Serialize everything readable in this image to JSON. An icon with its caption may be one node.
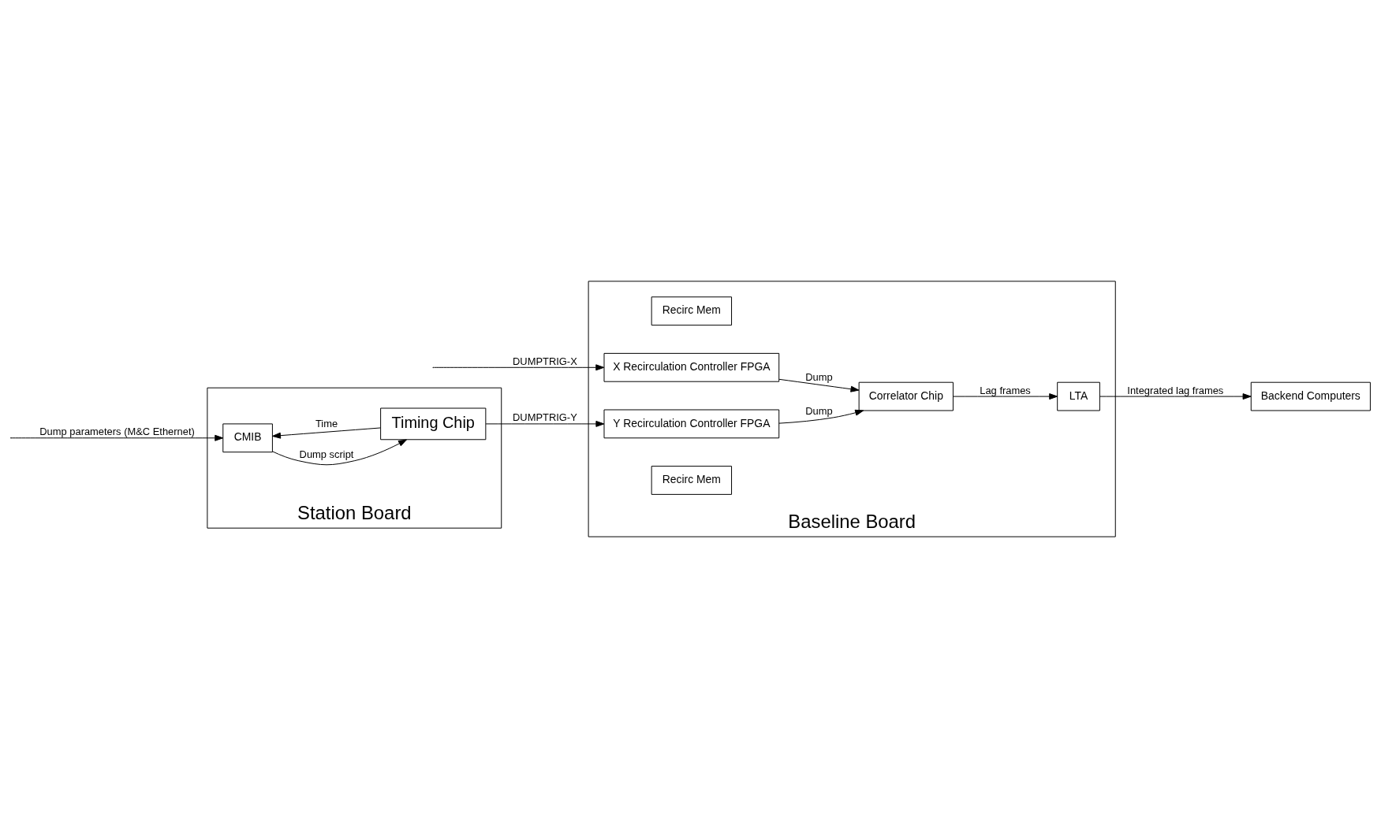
{
  "diagram": {
    "nodes": [
      {
        "text": [
          "Station Board"
        ]
      },
      {
        "text": [
          "CMIB"
        ],
        "in": 0
      },
      {
        "text": [
          "Timing Chip"
        ],
        "in": 0
      },
      {
        "text": [
          "Baseline Board"
        ]
      },
      {
        "text": [
          "Recirc Mem"
        ],
        "in": 3
      },
      {
        "text": [
          "Y Recirculation Controller FPGA"
        ],
        "in": 3
      },
      {
        "text": [
          "Correlator Chip"
        ],
        "in": 3
      },
      {
        "text": [
          "LTA"
        ],
        "in": 3
      },
      {
        "text": [
          "X Recirculation Controller FPGA"
        ],
        "in": 3
      },
      {
        "text": [
          "Recirc Mem"
        ],
        "in": 3
      },
      {
        "text": [
          "Backend Computers"
        ]
      }
    ],
    "edges": [
      {
        "from": null,
        "to": 1,
        "arrow": "to",
        "label": "Dump parameters (M&C Ethernet)"
      },
      {
        "from": 1,
        "to": 2,
        "arrow": "to",
        "label": "Dump script"
      },
      {
        "from": 2,
        "to": 1,
        "arrow": "to",
        "label": "Time"
      },
      {
        "from": 2,
        "to": 5,
        "arrow": "to",
        "label": "DUMPTRIG-Y"
      },
      {
        "from": null,
        "to": 8,
        "arrow": "to",
        "label": "DUMPTRIG-X"
      },
      {
        "from": 5,
        "to": 6,
        "arrow": "to",
        "label": "Dump"
      },
      {
        "from": 8,
        "to": 6,
        "arrow": "to",
        "label": "Dump"
      },
      {
        "from": 6,
        "to": 7,
        "arrow": "to",
        "label": "Lag frames"
      },
      {
        "from": 7,
        "to": 10,
        "arrow": "to",
        "label": "Integrated lag frames"
      }
    ]
  }
}
